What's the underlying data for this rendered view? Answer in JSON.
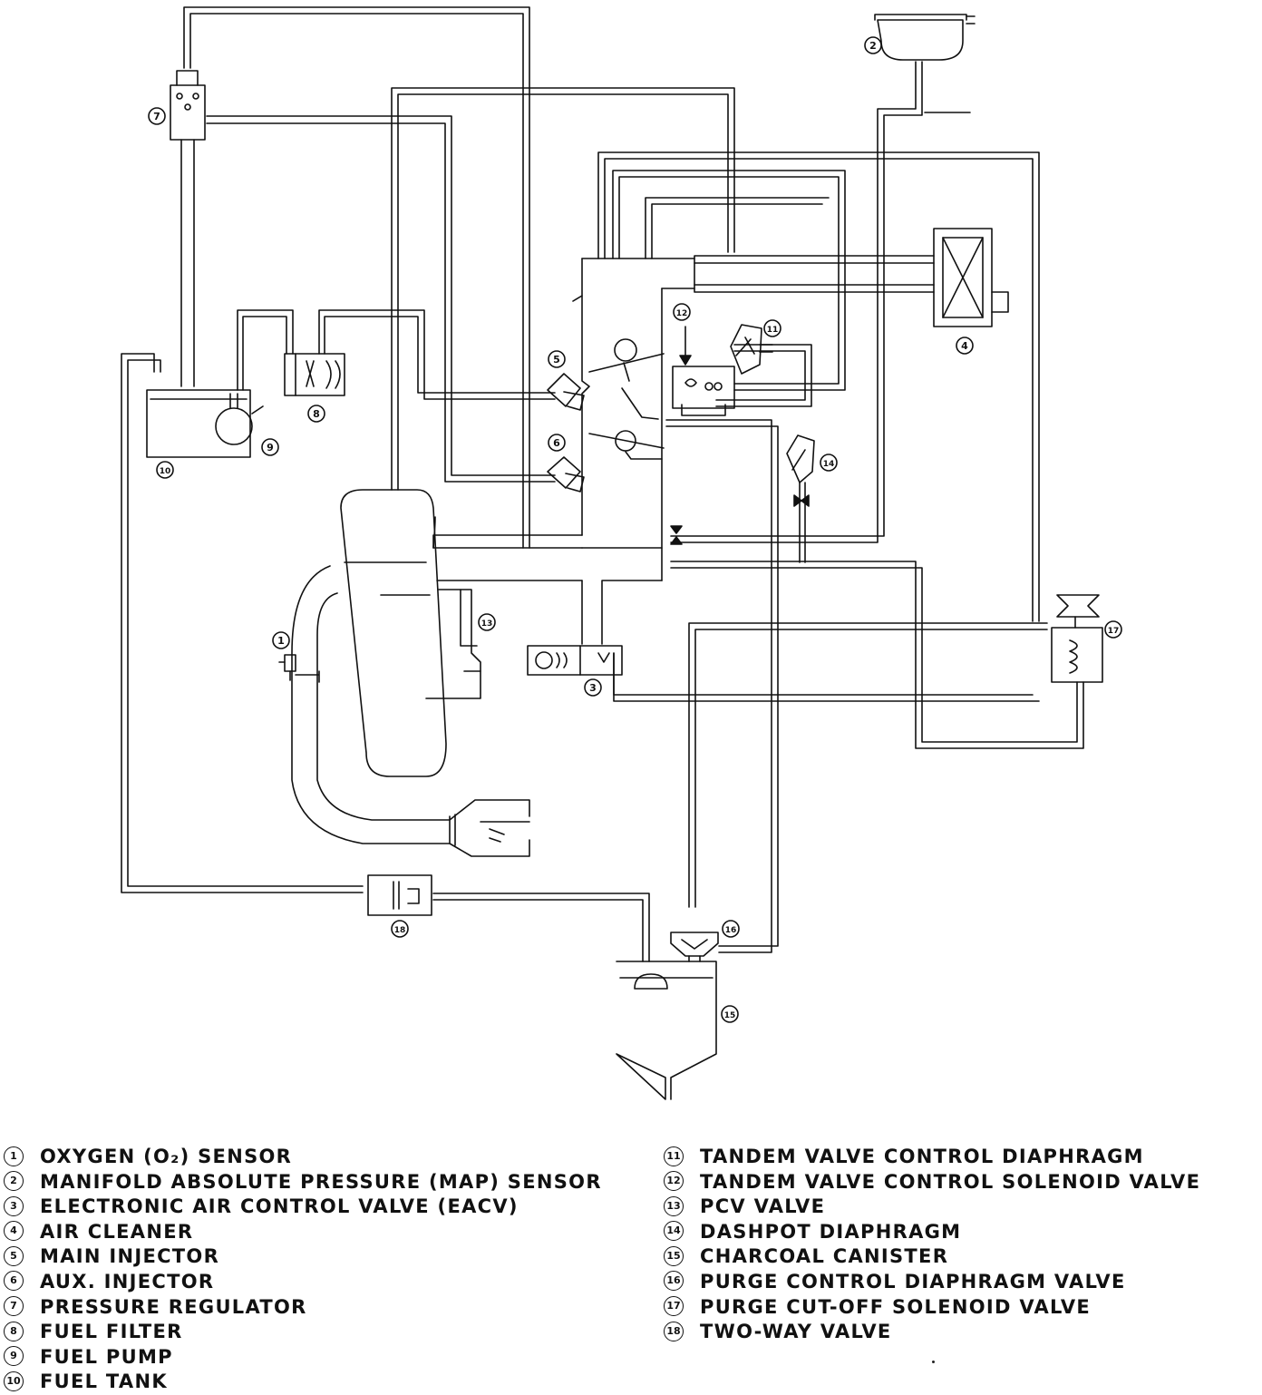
{
  "callouts": [
    "1",
    "2",
    "3",
    "4",
    "5",
    "6",
    "7",
    "8",
    "9",
    "10",
    "11",
    "12",
    "13",
    "14",
    "15",
    "16",
    "17",
    "18"
  ],
  "legend": {
    "left": [
      {
        "num": "1",
        "label": "OXYGEN (O₂) SENSOR"
      },
      {
        "num": "2",
        "label": "MANIFOLD ABSOLUTE PRESSURE (MAP) SENSOR"
      },
      {
        "num": "3",
        "label": "ELECTRONIC AIR CONTROL VALVE (EACV)"
      },
      {
        "num": "4",
        "label": "AIR CLEANER"
      },
      {
        "num": "5",
        "label": "MAIN INJECTOR"
      },
      {
        "num": "6",
        "label": "AUX. INJECTOR"
      },
      {
        "num": "7",
        "label": "PRESSURE REGULATOR"
      },
      {
        "num": "8",
        "label": "FUEL FILTER"
      },
      {
        "num": "9",
        "label": "FUEL PUMP"
      },
      {
        "num": "10",
        "label": "FUEL TANK"
      }
    ],
    "right": [
      {
        "num": "11",
        "label": "TANDEM VALVE CONTROL DIAPHRAGM"
      },
      {
        "num": "12",
        "label": "TANDEM VALVE CONTROL SOLENOID VALVE"
      },
      {
        "num": "13",
        "label": "PCV VALVE"
      },
      {
        "num": "14",
        "label": "DASHPOT DIAPHRAGM"
      },
      {
        "num": "15",
        "label": "CHARCOAL CANISTER"
      },
      {
        "num": "16",
        "label": "PURGE CONTROL DIAPHRAGM VALVE"
      },
      {
        "num": "17",
        "label": "PURGE CUT-OFF SOLENOID VALVE"
      },
      {
        "num": "18",
        "label": "TWO-WAY VALVE"
      }
    ]
  }
}
